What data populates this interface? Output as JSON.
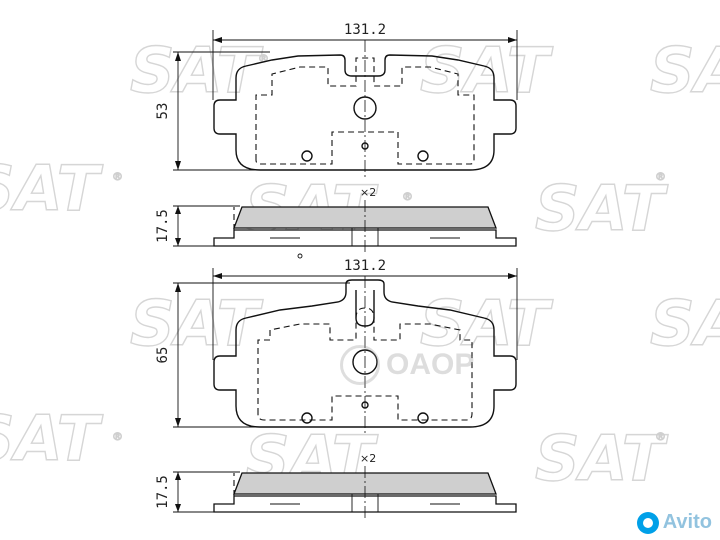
{
  "watermark": {
    "text": "SAT",
    "reg": "®"
  },
  "views": {
    "top_pad": {
      "width_label": "131.2",
      "height_label": "53",
      "qty_label": "×2",
      "thickness_label": "17.5"
    },
    "bottom_pad": {
      "width_label": "131.2",
      "height_label": "65",
      "qty_label": "×2",
      "thickness_label": "17.5"
    }
  },
  "ghost_watermark": {
    "text": "OAOP"
  },
  "badge": {
    "logo_text": "Avito"
  }
}
